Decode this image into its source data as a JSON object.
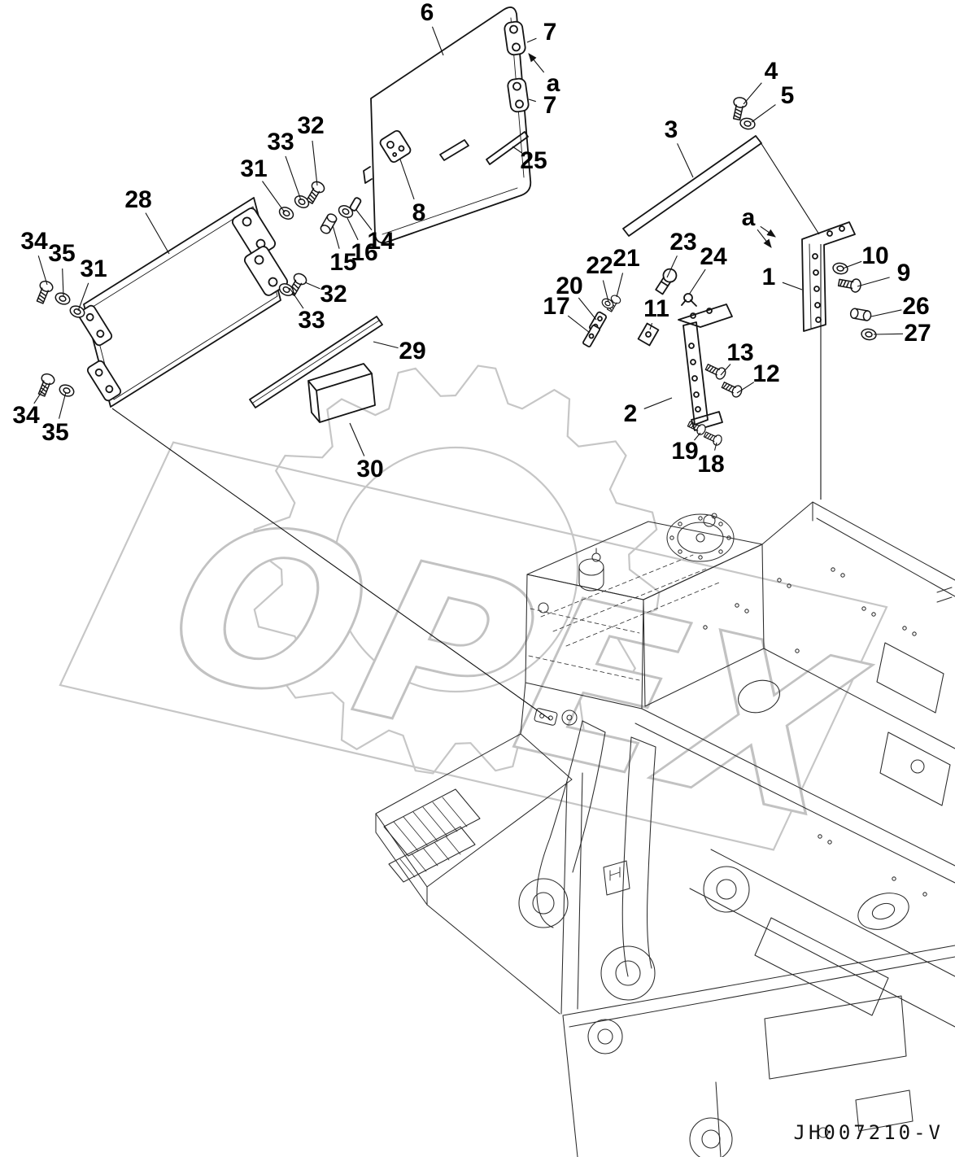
{
  "page": {
    "background_color": "#ffffff",
    "line_color": "#1a1a1a",
    "watermark_color": "#c6c6c6"
  },
  "watermark": "OPEX",
  "drawing_number": "JH007210-V",
  "callouts": [
    {
      "label": "6"
    },
    {
      "label": "7"
    },
    {
      "label": "a"
    },
    {
      "label": "7"
    },
    {
      "label": "4"
    },
    {
      "label": "5"
    },
    {
      "label": "3"
    },
    {
      "label": "25"
    },
    {
      "label": "32"
    },
    {
      "label": "33"
    },
    {
      "label": "31"
    },
    {
      "label": "28"
    },
    {
      "label": "8"
    },
    {
      "label": "a"
    },
    {
      "label": "23"
    },
    {
      "label": "24"
    },
    {
      "label": "21"
    },
    {
      "label": "22"
    },
    {
      "label": "10"
    },
    {
      "label": "9"
    },
    {
      "label": "1"
    },
    {
      "label": "34"
    },
    {
      "label": "35"
    },
    {
      "label": "31"
    },
    {
      "label": "16"
    },
    {
      "label": "14"
    },
    {
      "label": "15"
    },
    {
      "label": "20"
    },
    {
      "label": "17"
    },
    {
      "label": "11"
    },
    {
      "label": "26"
    },
    {
      "label": "27"
    },
    {
      "label": "32"
    },
    {
      "label": "33"
    },
    {
      "label": "13"
    },
    {
      "label": "12"
    },
    {
      "label": "29"
    },
    {
      "label": "2"
    },
    {
      "label": "34"
    },
    {
      "label": "35"
    },
    {
      "label": "19"
    },
    {
      "label": "18"
    },
    {
      "label": "30"
    }
  ]
}
